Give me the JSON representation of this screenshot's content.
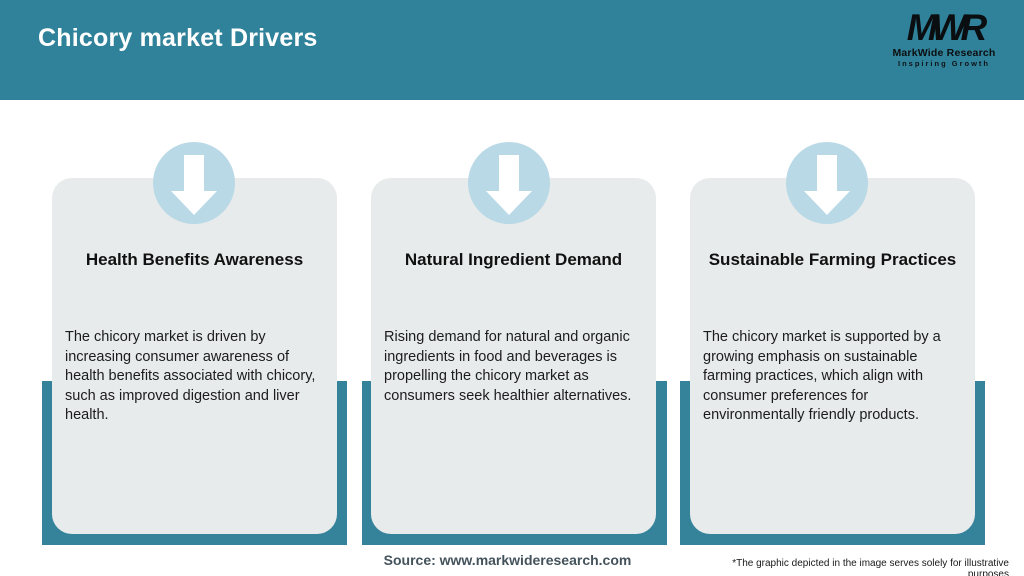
{
  "header": {
    "title": "Chicory market Drivers",
    "logo": {
      "monogram": "MWR",
      "name": "MarkWide Research",
      "tagline": "Inspiring Growth"
    }
  },
  "cards": [
    {
      "title": "Health Benefits Awareness",
      "body": "The chicory market is driven by increasing consumer awareness of health benefits associated with chicory, such as improved digestion and liver health."
    },
    {
      "title": "Natural Ingredient Demand",
      "body": "Rising demand for natural and organic ingredients in food and beverages is propelling the chicory market as consumers seek healthier alternatives."
    },
    {
      "title": "Sustainable Farming Practices",
      "body": "The chicory market is supported by a growing emphasis on sustainable farming practices, which align with consumer preferences for environmentally friendly products."
    }
  ],
  "footer": {
    "source": "Source: www.markwideresearch.com",
    "disclaimer": "*The graphic depicted in the image serves solely for illustrative purposes"
  },
  "colors": {
    "header_teal": "#30829A",
    "accent_teal": "#35839B",
    "arrow_circle_blue": "#B9D9E6",
    "card_gray": "#E8EBEB",
    "title_text": "#111111",
    "source_text": "#44535B"
  },
  "icons": [
    "down-arrow-icon"
  ]
}
